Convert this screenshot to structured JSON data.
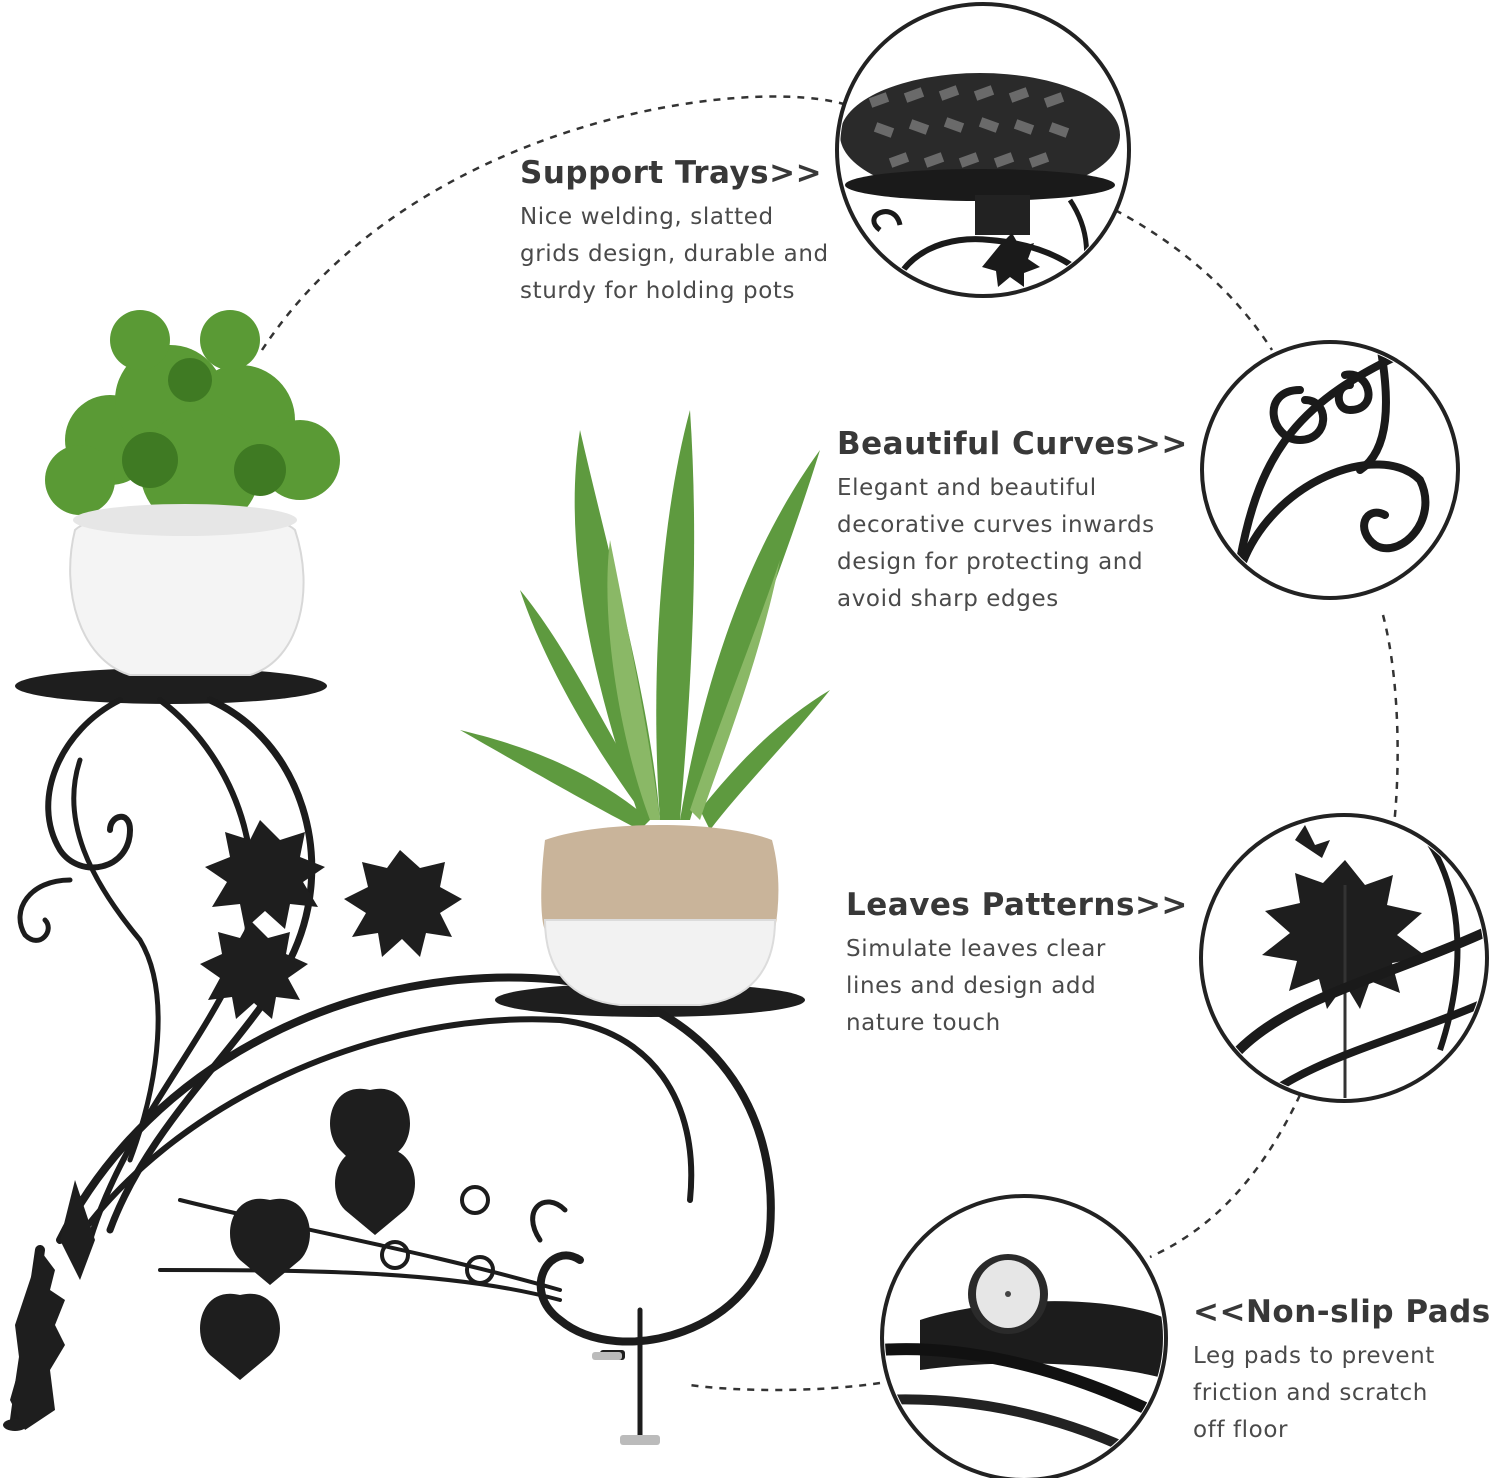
{
  "features": {
    "support_trays": {
      "title": "Support Trays>>",
      "line1": "Nice welding, slatted",
      "line2": "grids design, durable and",
      "line3": "sturdy for holding pots"
    },
    "beautiful_curves": {
      "title": "Beautiful Curves>>",
      "line1": "Elegant and beautiful",
      "line2": "decorative curves inwards",
      "line3": "design for protecting and",
      "line4": "avoid sharp edges"
    },
    "leaves_patterns": {
      "title": "Leaves Patterns>>",
      "line1": "Simulate leaves clear",
      "line2": "lines and design add",
      "line3": "nature touch"
    },
    "non_slip_pads": {
      "title": "<<Non-slip Pads",
      "line1": "Leg pads to prevent",
      "line2": "friction and scratch",
      "line3": "off floor"
    }
  },
  "colors": {
    "metal": "#1c1c1c",
    "pot_white": "#f2f2f2",
    "pot_tan": "#c9b49a",
    "foliage": "#4d8a2e",
    "agave": "#5e9a3f"
  }
}
